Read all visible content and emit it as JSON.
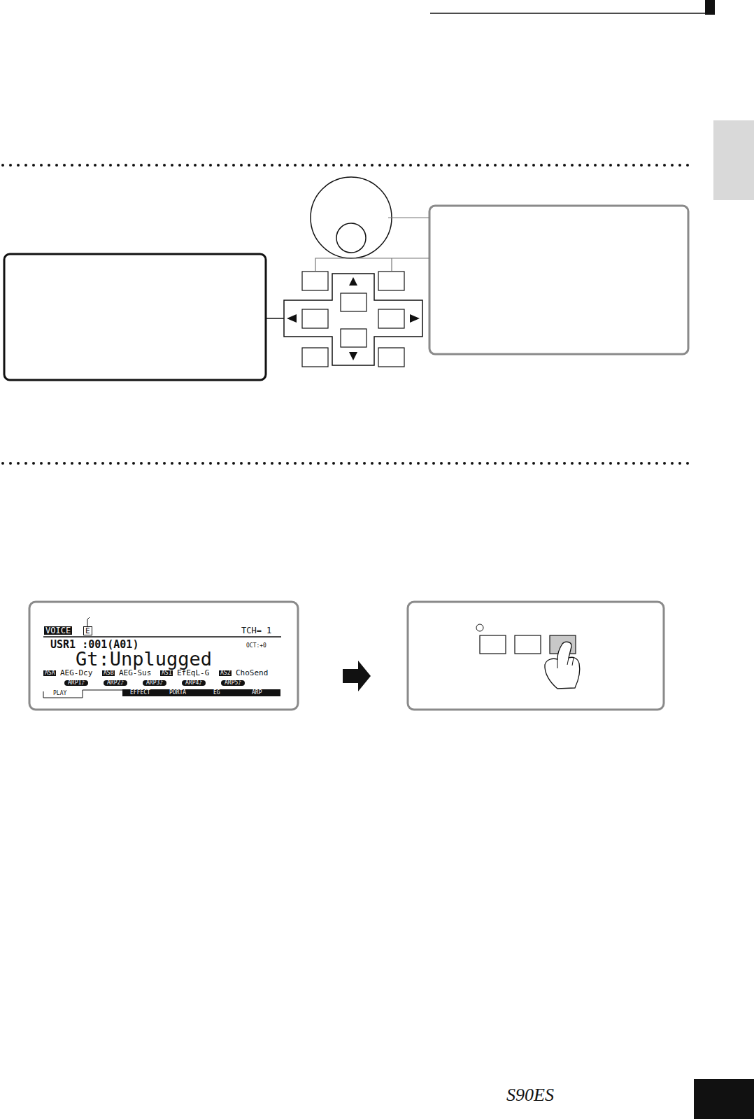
{
  "diagram": {
    "labels": [
      "VOICE",
      "E",
      "TCH= 1",
      "USR1 :001(A01)",
      "OCT:+0",
      "Gt:Unplugged",
      "ASA",
      "AEG-Dcy",
      "ASB",
      "AEG-Sus",
      "AS1",
      "EfEqL-G",
      "AS2",
      "ChoSend",
      "ARP1♪",
      "ARP2♪",
      "ARP3♪",
      "ARP4♪",
      "ARP5♪",
      "PLAY",
      "EFFECT",
      "PORTA",
      "EG",
      "ARP",
      "S90ES"
    ]
  }
}
